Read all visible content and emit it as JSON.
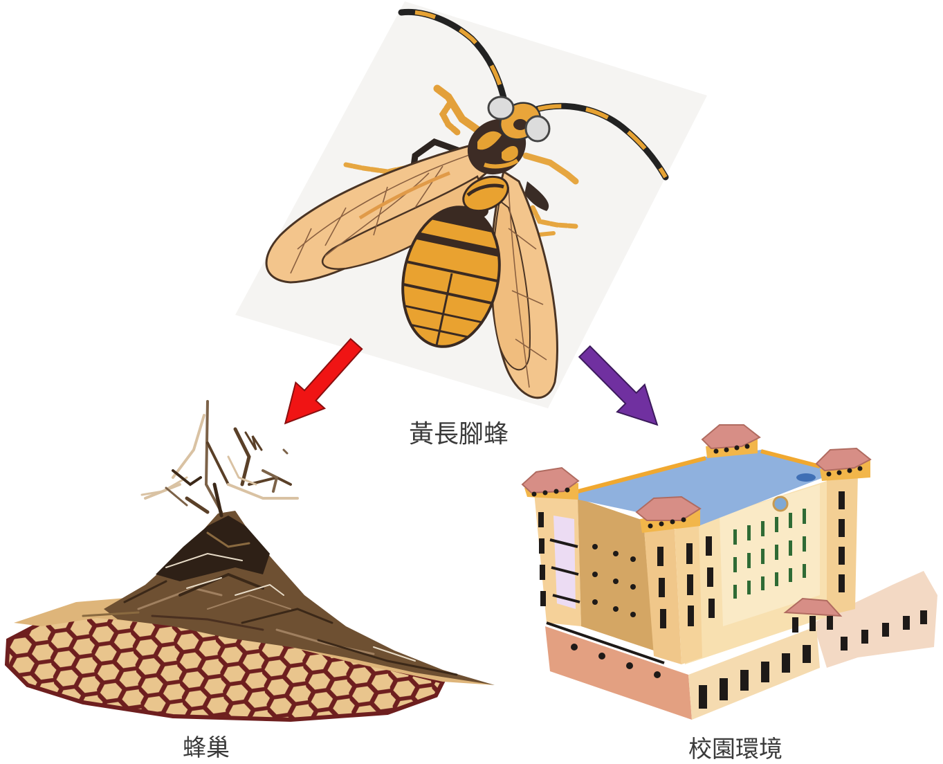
{
  "labels": {
    "wasp": "黃長腳蜂",
    "nest": "蜂巢",
    "campus": "校園環境"
  },
  "arrows": {
    "to_nest_color": "#f01414",
    "to_campus_color": "#7030a0"
  },
  "illustrations": {
    "wasp": "wasp-illustration",
    "nest": "nest-illustration",
    "campus": "building-illustration"
  }
}
